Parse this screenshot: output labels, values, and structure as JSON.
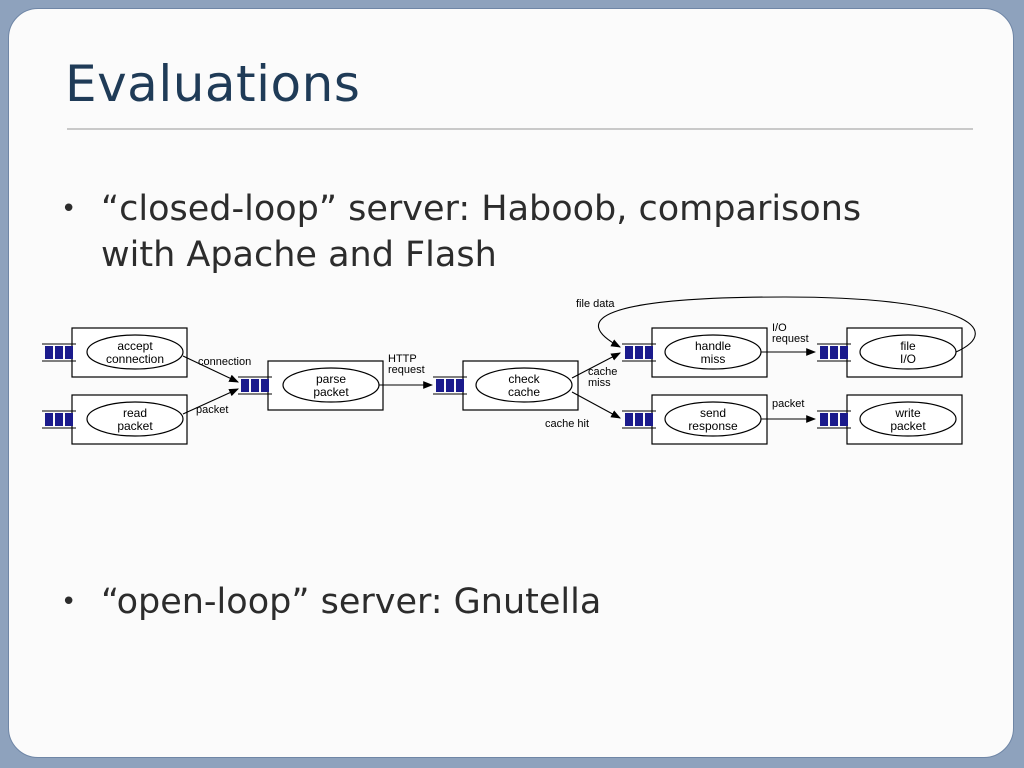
{
  "slide": {
    "title": "Evaluations",
    "bullets": [
      "“closed-loop” server: Haboob, comparisons with Apache and Flash",
      "“open-loop” server: Gnutella"
    ]
  },
  "diagram": {
    "stages": {
      "accept_connection": [
        "accept",
        "connection"
      ],
      "read_packet": [
        "read",
        "packet"
      ],
      "parse_packet": [
        "parse",
        "packet"
      ],
      "check_cache": [
        "check",
        "cache"
      ],
      "handle_miss": [
        "handle",
        "miss"
      ],
      "send_response": [
        "send",
        "response"
      ],
      "file_io": [
        "file",
        "I/O"
      ],
      "write_packet": [
        "write",
        "packet"
      ]
    },
    "edges": {
      "connection": "connection",
      "packet_in": "packet",
      "http_request": [
        "HTTP",
        "request"
      ],
      "cache_miss": [
        "cache",
        "miss"
      ],
      "cache_hit": "cache hit",
      "io_request": [
        "I/O",
        "request"
      ],
      "packet_out": "packet",
      "file_data": "file data"
    }
  }
}
